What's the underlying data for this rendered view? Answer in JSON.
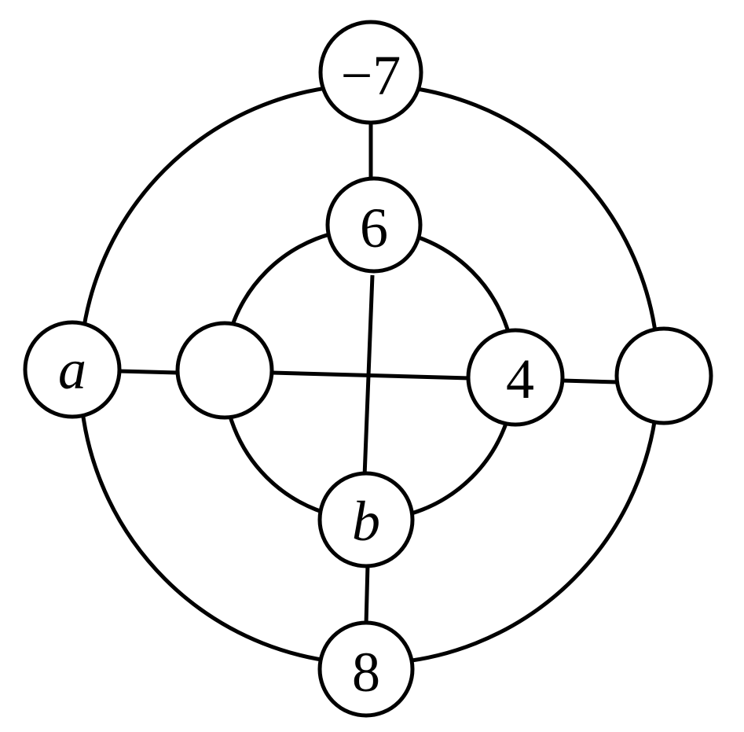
{
  "diagram": {
    "nodes": {
      "outer_top": {
        "label": "−7",
        "italic": false
      },
      "inner_top": {
        "label": "6",
        "italic": false
      },
      "outer_left": {
        "label": "a",
        "italic": true
      },
      "inner_left": {
        "label": "",
        "italic": false
      },
      "inner_right": {
        "label": "4",
        "italic": false
      },
      "outer_right": {
        "label": "",
        "italic": false
      },
      "inner_bottom": {
        "label": "b",
        "italic": true
      },
      "outer_bottom": {
        "label": "8",
        "italic": false
      }
    }
  }
}
